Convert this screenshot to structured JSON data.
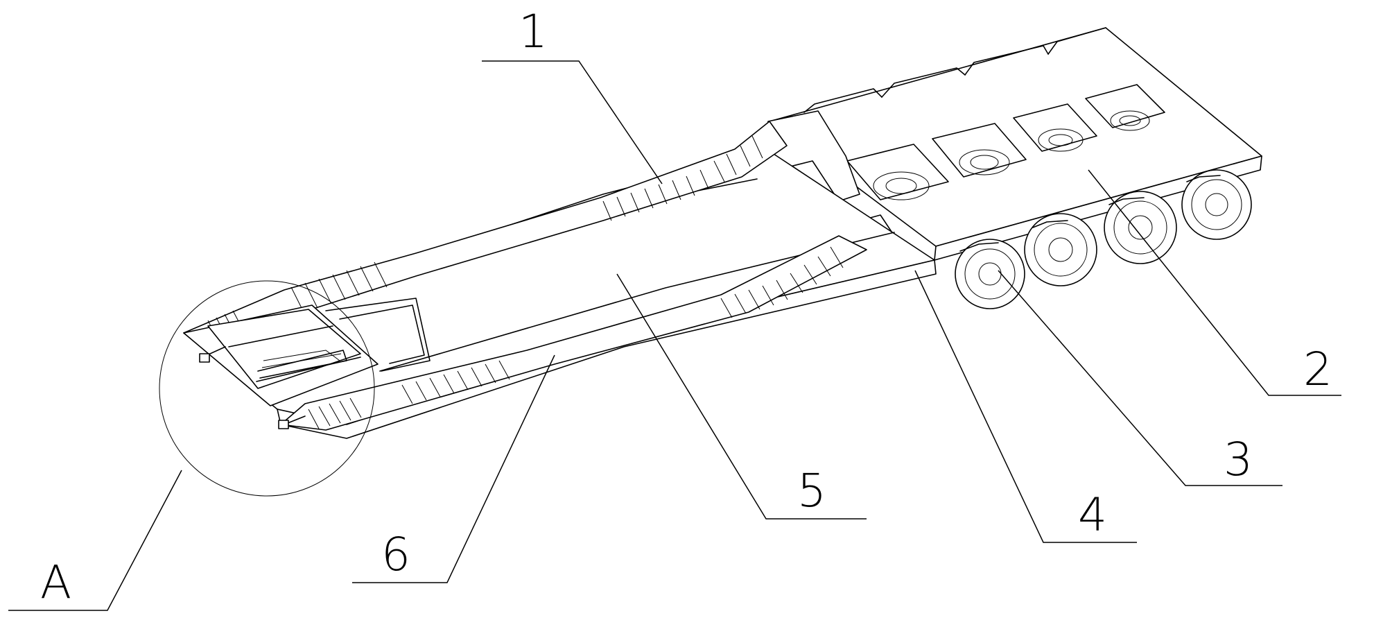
{
  "labels": {
    "l1": "1",
    "l2": "2",
    "l3": "3",
    "l4": "4",
    "l5": "5",
    "l6": "6",
    "lA": "A"
  },
  "colors": {
    "stroke": "#000000",
    "background": "#ffffff"
  }
}
